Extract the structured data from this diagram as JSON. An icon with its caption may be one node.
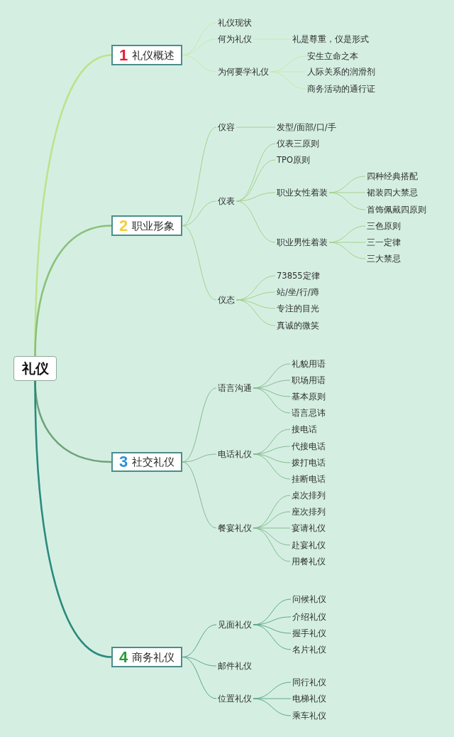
{
  "diagram": {
    "nodes": [
      {
        "text": [
          "礼仪"
        ]
      },
      {
        "text": [
          "1",
          "礼仪概述"
        ]
      },
      {
        "text": [
          "礼仪现状"
        ]
      },
      {
        "text": [
          "何为礼仪"
        ]
      },
      {
        "text": [
          "礼是尊重，仪是形式"
        ]
      },
      {
        "text": [
          "为何要学礼仪"
        ]
      },
      {
        "text": [
          "安生立命之本"
        ]
      },
      {
        "text": [
          "人际关系的润滑剂"
        ]
      },
      {
        "text": [
          "商务活动的通行证"
        ]
      },
      {
        "text": [
          "2",
          "职业形象"
        ]
      },
      {
        "text": [
          "仪容"
        ]
      },
      {
        "text": [
          "发型/面部/口/手"
        ]
      },
      {
        "text": [
          "仪表"
        ]
      },
      {
        "text": [
          "仪表三原则"
        ]
      },
      {
        "text": [
          "TPO原则"
        ]
      },
      {
        "text": [
          "职业女性着装"
        ]
      },
      {
        "text": [
          "四种经典搭配"
        ]
      },
      {
        "text": [
          "裙装四大禁忌"
        ]
      },
      {
        "text": [
          "首饰佩戴四原则"
        ]
      },
      {
        "text": [
          "职业男性着装"
        ]
      },
      {
        "text": [
          "三色原则"
        ]
      },
      {
        "text": [
          "三一定律"
        ]
      },
      {
        "text": [
          "三大禁忌"
        ]
      },
      {
        "text": [
          "仪态"
        ]
      },
      {
        "text": [
          "73855定律"
        ]
      },
      {
        "text": [
          "站/坐/行/蹲"
        ]
      },
      {
        "text": [
          "专注的目光"
        ]
      },
      {
        "text": [
          "真诚的微笑"
        ]
      },
      {
        "text": [
          "3",
          "社交礼仪"
        ]
      },
      {
        "text": [
          "语言沟通"
        ]
      },
      {
        "text": [
          "礼貌用语"
        ]
      },
      {
        "text": [
          "职场用语"
        ]
      },
      {
        "text": [
          "基本原则"
        ]
      },
      {
        "text": [
          "语言忌讳"
        ]
      },
      {
        "text": [
          "电话礼仪"
        ]
      },
      {
        "text": [
          "接电话"
        ]
      },
      {
        "text": [
          "代接电话"
        ]
      },
      {
        "text": [
          "拨打电话"
        ]
      },
      {
        "text": [
          "挂断电话"
        ]
      },
      {
        "text": [
          "餐宴礼仪"
        ]
      },
      {
        "text": [
          "桌次排列"
        ]
      },
      {
        "text": [
          "座次排列"
        ]
      },
      {
        "text": [
          "宴请礼仪"
        ]
      },
      {
        "text": [
          "赴宴礼仪"
        ]
      },
      {
        "text": [
          "用餐礼仪"
        ]
      },
      {
        "text": [
          "4",
          "商务礼仪"
        ]
      },
      {
        "text": [
          "见面礼仪"
        ]
      },
      {
        "text": [
          "问候礼仪"
        ]
      },
      {
        "text": [
          "介绍礼仪"
        ]
      },
      {
        "text": [
          "握手礼仪"
        ]
      },
      {
        "text": [
          "名片礼仪"
        ]
      },
      {
        "text": [
          "邮件礼仪"
        ]
      },
      {
        "text": [
          "位置礼仪"
        ]
      },
      {
        "text": [
          "同行礼仪"
        ]
      },
      {
        "text": [
          "电梯礼仪"
        ]
      },
      {
        "text": [
          "乘车礼仪"
        ]
      }
    ],
    "edges": [
      {
        "from": 0,
        "to": 1,
        "arrow": "none",
        "style": "thick",
        "color": "#bde38c"
      },
      {
        "from": 1,
        "to": 2,
        "arrow": "none",
        "color": "#cce8a4"
      },
      {
        "from": 1,
        "to": 3,
        "arrow": "none",
        "color": "#cce8a4"
      },
      {
        "from": 3,
        "to": 4,
        "arrow": "none",
        "color": "#cce8a4"
      },
      {
        "from": 1,
        "to": 5,
        "arrow": "none",
        "color": "#cce8a4"
      },
      {
        "from": 5,
        "to": 6,
        "arrow": "none",
        "color": "#cce8a4"
      },
      {
        "from": 5,
        "to": 7,
        "arrow": "none",
        "color": "#cce8a4"
      },
      {
        "from": 5,
        "to": 8,
        "arrow": "none",
        "color": "#cce8a4"
      },
      {
        "from": 0,
        "to": 9,
        "arrow": "none",
        "style": "thick",
        "color": "#8cc079"
      },
      {
        "from": 9,
        "to": 10,
        "arrow": "none",
        "color": "#a6d08a"
      },
      {
        "from": 10,
        "to": 11,
        "arrow": "none",
        "color": "#a6d08a"
      },
      {
        "from": 9,
        "to": 12,
        "arrow": "none",
        "color": "#a6d08a"
      },
      {
        "from": 12,
        "to": 13,
        "arrow": "none",
        "color": "#a6d08a"
      },
      {
        "from": 12,
        "to": 14,
        "arrow": "none",
        "color": "#a6d08a"
      },
      {
        "from": 12,
        "to": 15,
        "arrow": "none",
        "color": "#a6d08a"
      },
      {
        "from": 15,
        "to": 16,
        "arrow": "none",
        "color": "#a6d08a"
      },
      {
        "from": 15,
        "to": 17,
        "arrow": "none",
        "color": "#a6d08a"
      },
      {
        "from": 15,
        "to": 18,
        "arrow": "none",
        "color": "#a6d08a"
      },
      {
        "from": 12,
        "to": 19,
        "arrow": "none",
        "color": "#a6d08a"
      },
      {
        "from": 19,
        "to": 20,
        "arrow": "none",
        "color": "#a6d08a"
      },
      {
        "from": 19,
        "to": 21,
        "arrow": "none",
        "color": "#a6d08a"
      },
      {
        "from": 19,
        "to": 22,
        "arrow": "none",
        "color": "#a6d08a"
      },
      {
        "from": 9,
        "to": 23,
        "arrow": "none",
        "color": "#a6d08a"
      },
      {
        "from": 23,
        "to": 24,
        "arrow": "none",
        "color": "#a6d08a"
      },
      {
        "from": 23,
        "to": 25,
        "arrow": "none",
        "color": "#a6d08a"
      },
      {
        "from": 23,
        "to": 26,
        "arrow": "none",
        "color": "#a6d08a"
      },
      {
        "from": 23,
        "to": 27,
        "arrow": "none",
        "color": "#a6d08a"
      },
      {
        "from": 0,
        "to": 28,
        "arrow": "none",
        "style": "thick",
        "color": "#6fa37b"
      },
      {
        "from": 28,
        "to": 29,
        "arrow": "none",
        "color": "#86b98f"
      },
      {
        "from": 29,
        "to": 30,
        "arrow": "none",
        "color": "#86b98f"
      },
      {
        "from": 29,
        "to": 31,
        "arrow": "none",
        "color": "#86b98f"
      },
      {
        "from": 29,
        "to": 32,
        "arrow": "none",
        "color": "#86b98f"
      },
      {
        "from": 29,
        "to": 33,
        "arrow": "none",
        "color": "#86b98f"
      },
      {
        "from": 28,
        "to": 34,
        "arrow": "none",
        "color": "#86b98f"
      },
      {
        "from": 34,
        "to": 35,
        "arrow": "none",
        "color": "#86b98f"
      },
      {
        "from": 34,
        "to": 36,
        "arrow": "none",
        "color": "#86b98f"
      },
      {
        "from": 34,
        "to": 37,
        "arrow": "none",
        "color": "#86b98f"
      },
      {
        "from": 34,
        "to": 38,
        "arrow": "none",
        "color": "#86b98f"
      },
      {
        "from": 28,
        "to": 39,
        "arrow": "none",
        "color": "#86b98f"
      },
      {
        "from": 39,
        "to": 40,
        "arrow": "none",
        "color": "#86b98f"
      },
      {
        "from": 39,
        "to": 41,
        "arrow": "none",
        "color": "#86b98f"
      },
      {
        "from": 39,
        "to": 42,
        "arrow": "none",
        "color": "#86b98f"
      },
      {
        "from": 39,
        "to": 43,
        "arrow": "none",
        "color": "#86b98f"
      },
      {
        "from": 39,
        "to": 44,
        "arrow": "none",
        "color": "#86b98f"
      },
      {
        "from": 0,
        "to": 45,
        "arrow": "none",
        "style": "thick",
        "color": "#2b8a7d"
      },
      {
        "from": 45,
        "to": 46,
        "arrow": "none",
        "color": "#5ca68f"
      },
      {
        "from": 46,
        "to": 47,
        "arrow": "none",
        "color": "#5ca68f"
      },
      {
        "from": 46,
        "to": 48,
        "arrow": "none",
        "color": "#5ca68f"
      },
      {
        "from": 46,
        "to": 49,
        "arrow": "none",
        "color": "#5ca68f"
      },
      {
        "from": 46,
        "to": 50,
        "arrow": "none",
        "color": "#5ca68f"
      },
      {
        "from": 45,
        "to": 51,
        "arrow": "none",
        "color": "#5ca68f"
      },
      {
        "from": 45,
        "to": 52,
        "arrow": "none",
        "color": "#5ca68f"
      },
      {
        "from": 52,
        "to": 53,
        "arrow": "none",
        "color": "#5ca68f"
      },
      {
        "from": 52,
        "to": 54,
        "arrow": "none",
        "color": "#5ca68f"
      },
      {
        "from": 52,
        "to": 55,
        "arrow": "none",
        "color": "#5ca68f"
      }
    ]
  }
}
